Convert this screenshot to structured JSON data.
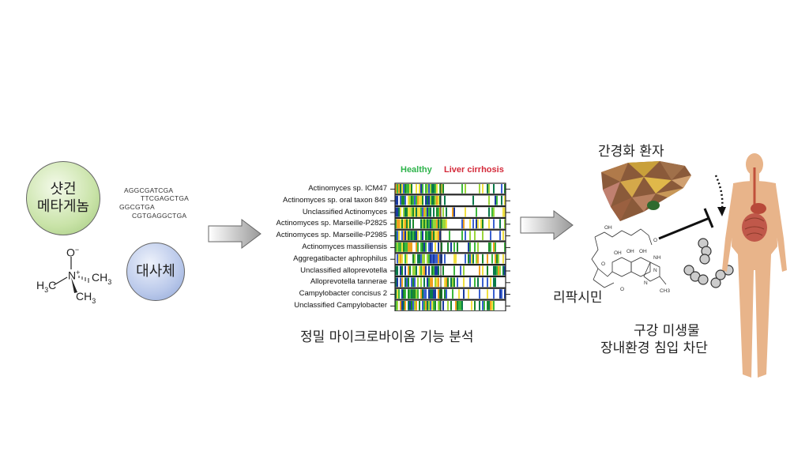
{
  "left_panel": {
    "shotgun_label_line1": "샷건",
    "shotgun_label_line2": "메타게놈",
    "metabolite_label": "대사체",
    "sequences": [
      "AGGCGATCGA",
      "TTCGAGCTGA",
      "GGCGTGA",
      "CGTGAGGCTGA"
    ],
    "molecule": {
      "o": "O",
      "o_charge": "−",
      "n": "N",
      "n_charge": "+",
      "h3c": "H",
      "h3c_sub": "3",
      "h3c_c": "C",
      "ch3_c": "CH",
      "ch3_sub": "3"
    }
  },
  "heatmap": {
    "group_healthy": "Healthy",
    "group_cirrhosis": "Liver cirrhosis",
    "healthy_color": "#2db34a",
    "cirrhosis_color": "#d42a3a",
    "rows": [
      "Actinomyces sp. ICM47",
      "Actinomyces sp. oral taxon 849",
      "Unclassified Actinomyces",
      "Actinomyces sp. Marseille-P2825",
      "Actinomyces sp. Marseille-P2985",
      "Actinomyces massiliensis",
      "Aggregatibacter aphrophilus",
      "Unclassified alloprevotella",
      "Alloprevotella tannerae",
      "Campylobacter concisus 2",
      "Unclassified Campylobacter"
    ],
    "caption": "정밀 마이크로바이옴 기능 분석"
  },
  "right_panel": {
    "patient_label": "간경화 환자",
    "drug_label": "리팍시민",
    "drug_atoms": [
      "OH",
      "OH",
      "OH",
      "OH",
      "O",
      "NH",
      "N",
      "N",
      "O",
      "O",
      "CH3"
    ],
    "outcome_line1": "구강 미생물",
    "outcome_line2": "장내환경 침입 차단"
  }
}
